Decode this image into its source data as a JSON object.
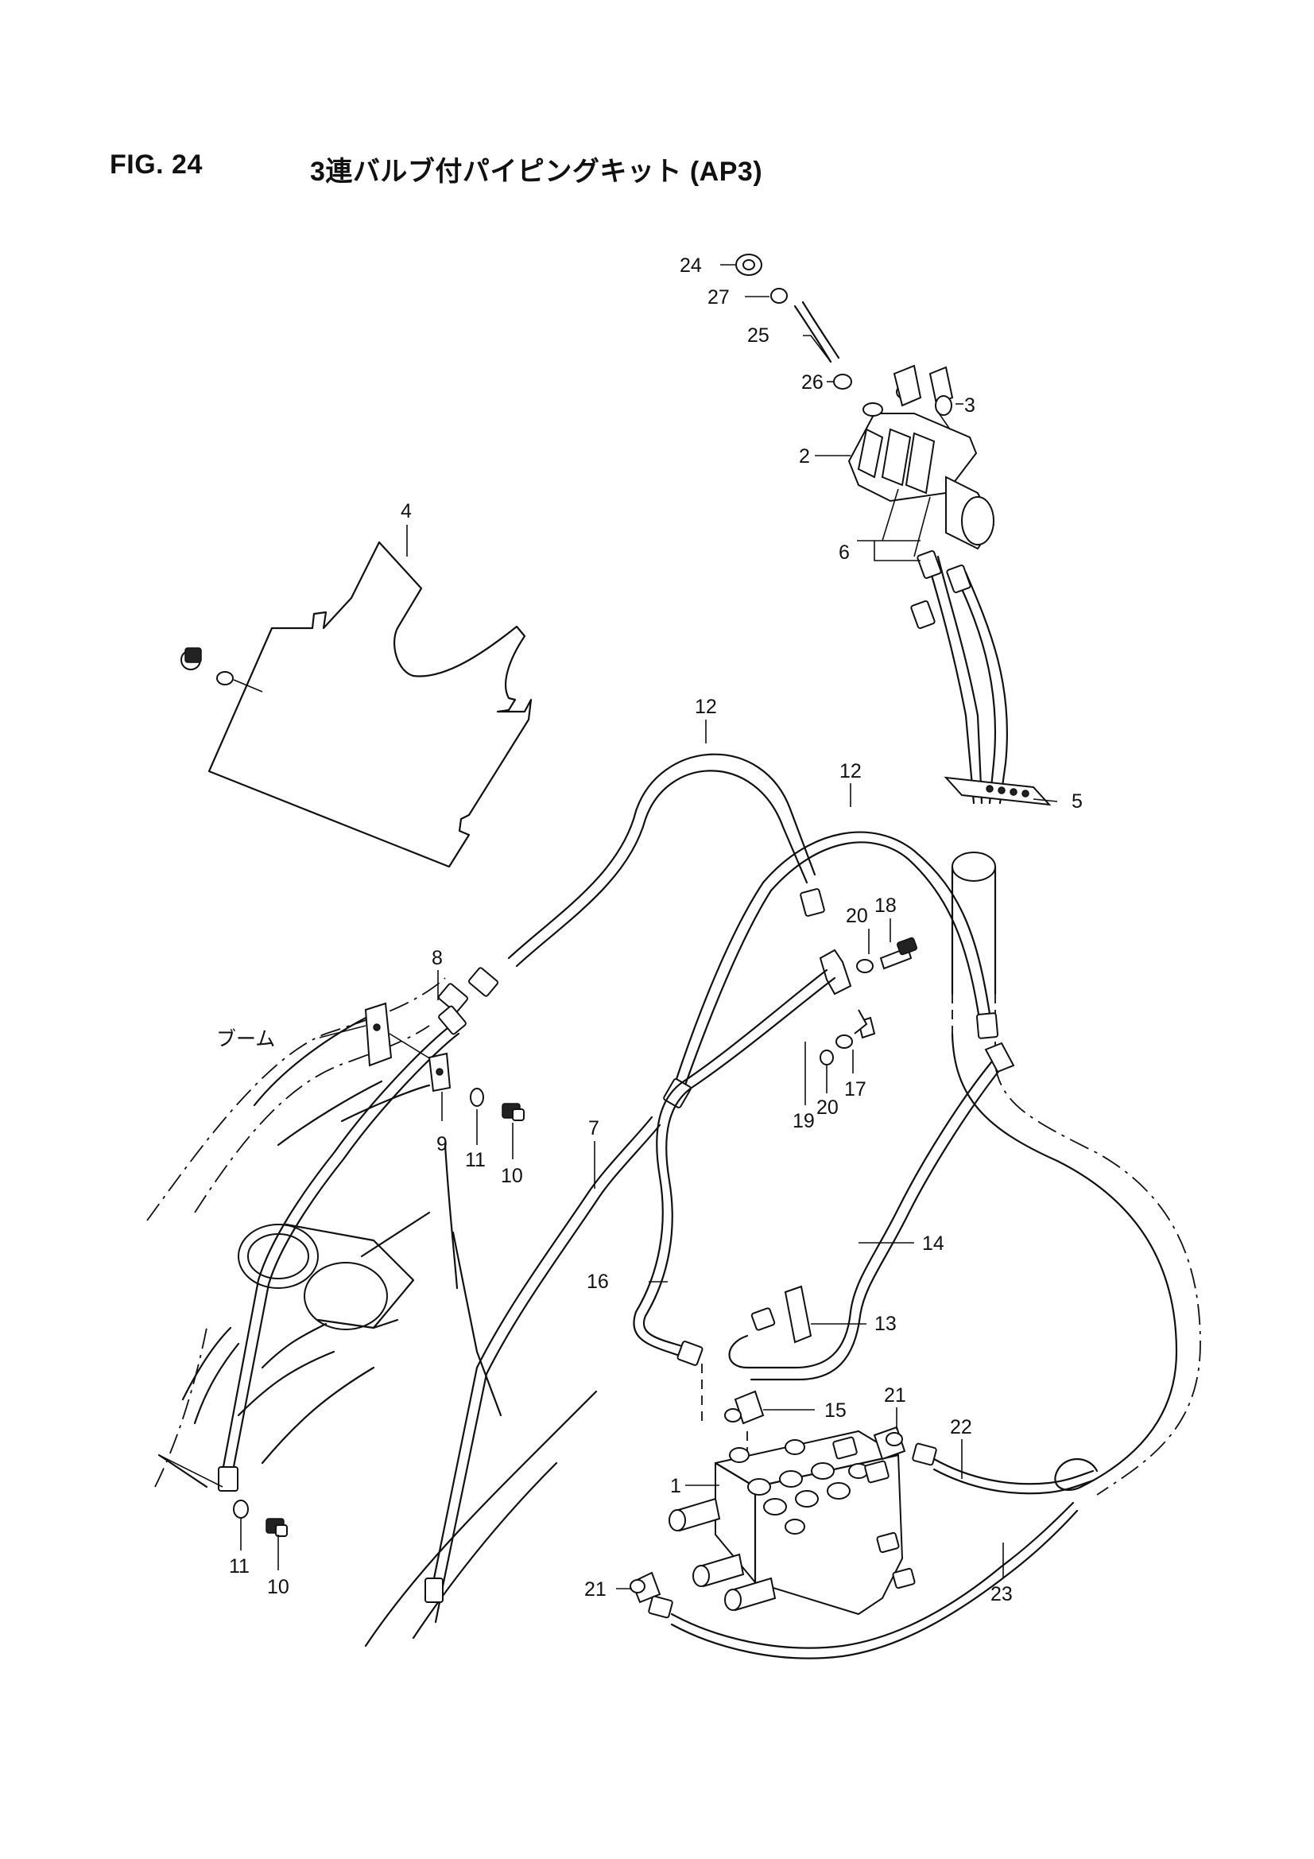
{
  "header": {
    "figure_number": "FIG. 24",
    "title": "3連バルブ付パイピングキット (AP3)"
  },
  "callouts": {
    "c1": "1",
    "c2": "2",
    "c3": "3",
    "c4": "4",
    "c5": "5",
    "c6": "6",
    "c7": "7",
    "c8": "8",
    "c9": "9",
    "c10a": "10",
    "c10b": "10",
    "c11a": "11",
    "c11b": "11",
    "c12a": "12",
    "c12b": "12",
    "c13": "13",
    "c14": "14",
    "c15": "15",
    "c16": "16",
    "c17": "17",
    "c18": "18",
    "c19": "19",
    "c20a": "20",
    "c20b": "20",
    "c21a": "21",
    "c21b": "21",
    "c22": "22",
    "c23": "23",
    "c24": "24",
    "c25": "25",
    "c26": "26",
    "c27": "27",
    "boom": "ブーム"
  },
  "colors": {
    "ink": "#111111",
    "paper": "#ffffff"
  }
}
